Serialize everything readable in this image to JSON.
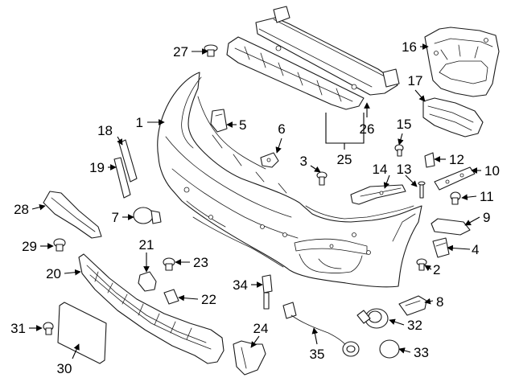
{
  "callouts": [
    {
      "id": "1",
      "text": "1"
    },
    {
      "id": "2",
      "text": "2"
    },
    {
      "id": "3",
      "text": "3"
    },
    {
      "id": "4",
      "text": "4"
    },
    {
      "id": "5",
      "text": "5"
    },
    {
      "id": "6",
      "text": "6"
    },
    {
      "id": "7",
      "text": "7"
    },
    {
      "id": "8",
      "text": "8"
    },
    {
      "id": "9",
      "text": "9"
    },
    {
      "id": "10",
      "text": "10"
    },
    {
      "id": "11",
      "text": "11"
    },
    {
      "id": "12",
      "text": "12"
    },
    {
      "id": "13",
      "text": "13"
    },
    {
      "id": "14",
      "text": "14"
    },
    {
      "id": "15",
      "text": "15"
    },
    {
      "id": "16",
      "text": "16"
    },
    {
      "id": "17",
      "text": "17"
    },
    {
      "id": "18",
      "text": "18"
    },
    {
      "id": "19",
      "text": "19"
    },
    {
      "id": "20",
      "text": "20"
    },
    {
      "id": "21",
      "text": "21"
    },
    {
      "id": "22",
      "text": "22"
    },
    {
      "id": "23",
      "text": "23"
    },
    {
      "id": "24",
      "text": "24"
    },
    {
      "id": "25",
      "text": "25"
    },
    {
      "id": "26",
      "text": "26"
    },
    {
      "id": "27",
      "text": "27"
    },
    {
      "id": "28",
      "text": "28"
    },
    {
      "id": "29",
      "text": "29"
    },
    {
      "id": "30",
      "text": "30"
    },
    {
      "id": "31",
      "text": "31"
    },
    {
      "id": "32",
      "text": "32"
    },
    {
      "id": "33",
      "text": "33"
    },
    {
      "id": "34",
      "text": "34"
    },
    {
      "id": "35",
      "text": "35"
    }
  ],
  "colors": {
    "line": "#1a1a1a",
    "background": "#ffffff"
  }
}
